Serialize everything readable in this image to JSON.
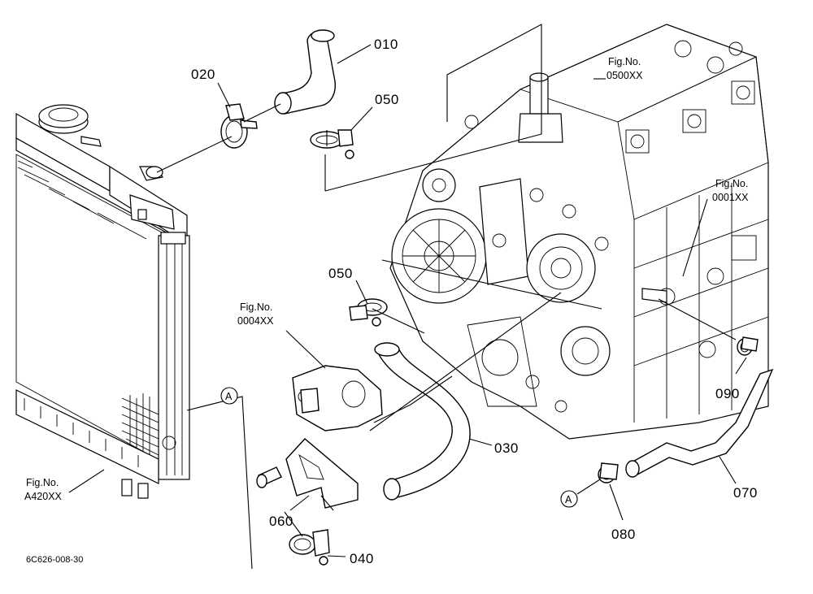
{
  "parts": [
    {
      "id": "p010",
      "label": "010"
    },
    {
      "id": "p020",
      "label": "020"
    },
    {
      "id": "p050a",
      "label": "050"
    },
    {
      "id": "p050b",
      "label": "050"
    },
    {
      "id": "p030",
      "label": "030"
    },
    {
      "id": "p060",
      "label": "060"
    },
    {
      "id": "p040",
      "label": "040"
    },
    {
      "id": "p070",
      "label": "070"
    },
    {
      "id": "p080",
      "label": "080"
    },
    {
      "id": "p090",
      "label": "090"
    }
  ],
  "figure_refs": {
    "fig_0500": {
      "line1": "Fig.No.",
      "line2": "0500XX"
    },
    "fig_0001": {
      "line1": "Fig.No.",
      "line2": "0001XX"
    },
    "fig_0004": {
      "line1": "Fig.No.",
      "line2": "0004XX"
    },
    "fig_a420": {
      "line1": "Fig.No.",
      "line2": "A420XX"
    }
  },
  "markers": {
    "a_top": "A",
    "a_bottom": "A"
  },
  "drawing_code": "6C626-008-30"
}
